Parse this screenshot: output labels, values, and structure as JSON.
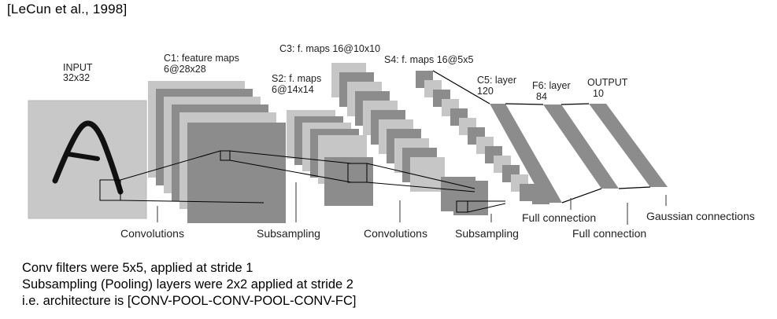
{
  "citation": "[LeCun et al., 1998]",
  "diagram": {
    "layer_labels": {
      "input": [
        "INPUT",
        "32x32"
      ],
      "c1": [
        "C1: feature maps",
        "6@28x28"
      ],
      "s2": [
        "S2: f. maps",
        "6@14x14"
      ],
      "c3": [
        "C3: f. maps 16@10x10"
      ],
      "s4": [
        "S4: f. maps 16@5x5"
      ],
      "c5": [
        "C5: layer",
        "120"
      ],
      "f6": [
        "F6: layer",
        "84"
      ],
      "output": [
        "OUTPUT",
        "10"
      ]
    },
    "operation_labels": {
      "conv1": "Convolutions",
      "sub1": "Subsampling",
      "conv2": "Convolutions",
      "sub2": "Subsampling",
      "full1": "Full connection",
      "full2": "Full connection",
      "gaussian": "Gaussian connections"
    }
  },
  "notes": [
    "Conv filters were 5x5, applied at stride 1",
    "Subsampling (Pooling) layers were 2x2 applied at stride 2",
    "i.e. architecture is [CONV-POOL-CONV-POOL-CONV-FC]"
  ],
  "colors": {
    "input_plane": "#c8c8c8",
    "map_light": "#c6c6c6",
    "map_dark": "#8c8c8c",
    "line": "#000000"
  }
}
